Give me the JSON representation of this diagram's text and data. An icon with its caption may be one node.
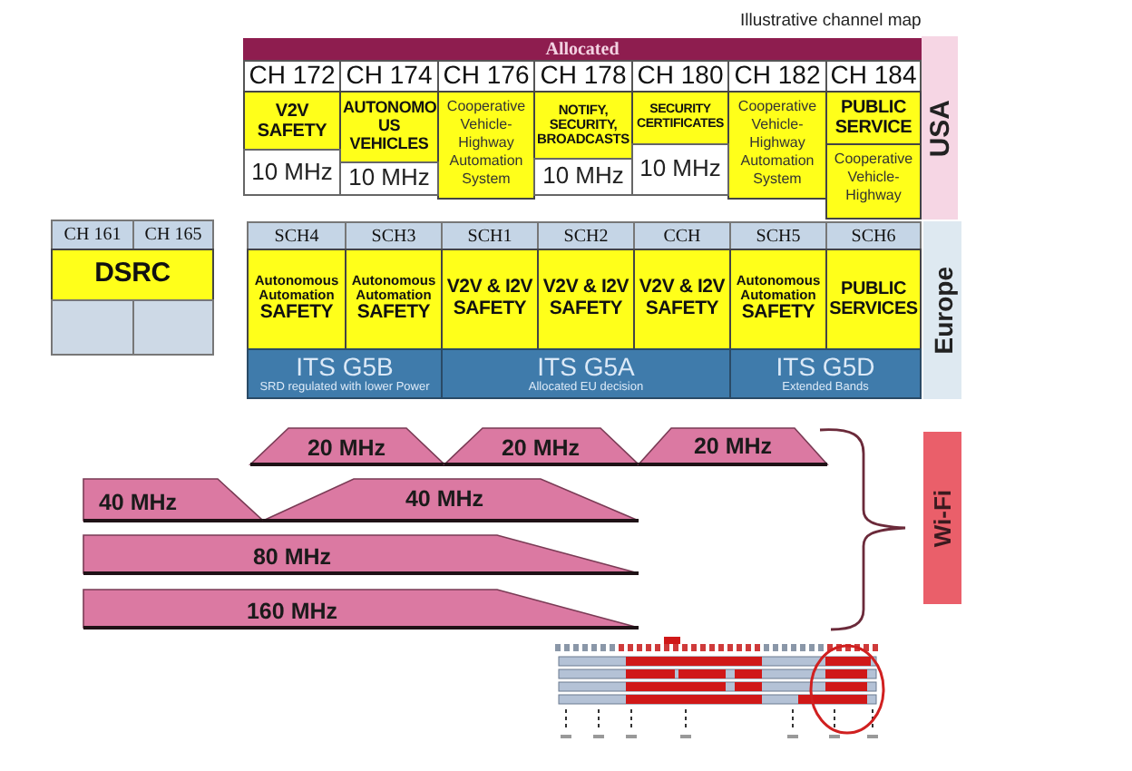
{
  "diagram": {
    "title": "Illustrative channel map",
    "nodes": [
      {
        "text": [
          "Allocated"
        ]
      },
      {
        "text": [
          "CH 172"
        ]
      },
      {
        "text": [
          "CH 174"
        ]
      },
      {
        "text": [
          "CH 176"
        ]
      },
      {
        "text": [
          "CH 178"
        ]
      },
      {
        "text": [
          "CH 180"
        ]
      },
      {
        "text": [
          "CH 182"
        ]
      },
      {
        "text": [
          "CH 184"
        ]
      },
      {
        "text": [
          "V2V SAFETY"
        ]
      },
      {
        "text": [
          "AUTONOMO US VEHICLES"
        ]
      },
      {
        "text": [
          "Cooperative Vehicle-Highway Automation System"
        ]
      },
      {
        "text": [
          "NOTIFY, SECURITY, BROADCASTS"
        ]
      },
      {
        "text": [
          "SECURITY CERTIFICATES"
        ]
      },
      {
        "text": [
          "Cooperative Vehicle-Highway Automation System"
        ]
      },
      {
        "text": [
          "PUBLIC SERVICE"
        ]
      },
      {
        "text": [
          "10 MHz"
        ]
      },
      {
        "text": [
          "10 MHz"
        ]
      },
      {
        "text": [
          "10 MHz"
        ]
      },
      {
        "text": [
          "10 MHz"
        ]
      },
      {
        "text": [
          "Cooperative Vehicle-Highway"
        ]
      },
      {
        "text": [
          "USA"
        ]
      },
      {
        "text": [
          "CH 161"
        ]
      },
      {
        "text": [
          "CH 165"
        ]
      },
      {
        "text": [
          "DSRC"
        ]
      },
      {
        "text": [],
        "shape": "box"
      },
      {
        "text": [],
        "shape": "box"
      },
      {
        "text": [
          "SCH4"
        ]
      },
      {
        "text": [
          "SCH3"
        ]
      },
      {
        "text": [
          "SCH1"
        ]
      },
      {
        "text": [
          "SCH2"
        ]
      },
      {
        "text": [
          "CCH"
        ]
      },
      {
        "text": [
          "SCH5"
        ]
      },
      {
        "text": [
          "SCH6"
        ]
      },
      {
        "text": [
          "Autonomous Automation",
          "SAFETY"
        ]
      },
      {
        "text": [
          "Autonomous Automation",
          "SAFETY"
        ]
      },
      {
        "text": [
          "V2V & I2V SAFETY"
        ]
      },
      {
        "text": [
          "V2V & I2V SAFETY"
        ]
      },
      {
        "text": [
          "V2V & I2V SAFETY"
        ]
      },
      {
        "text": [
          "Autonomous Automation",
          "SAFETY"
        ]
      },
      {
        "text": [
          "PUBLIC SERVICES"
        ]
      },
      {
        "text": [
          "ITS G5B",
          "SRD regulated with lower Power"
        ]
      },
      {
        "text": [
          "ITS G5A",
          "Allocated EU decision"
        ]
      },
      {
        "text": [
          "ITS G5D",
          "Extended Bands"
        ]
      },
      {
        "text": [
          "Europe"
        ]
      },
      {
        "text": [
          "20 MHz"
        ]
      },
      {
        "text": [
          "20 MHz"
        ]
      },
      {
        "text": [
          "20 MHz"
        ]
      },
      {
        "text": [
          "40 MHz"
        ]
      },
      {
        "text": [
          "40 MHz"
        ]
      },
      {
        "text": [
          "80 MHz"
        ]
      },
      {
        "text": [
          "160 MHz"
        ]
      },
      {
        "text": [
          "Wi-Fi"
        ]
      }
    ]
  }
}
